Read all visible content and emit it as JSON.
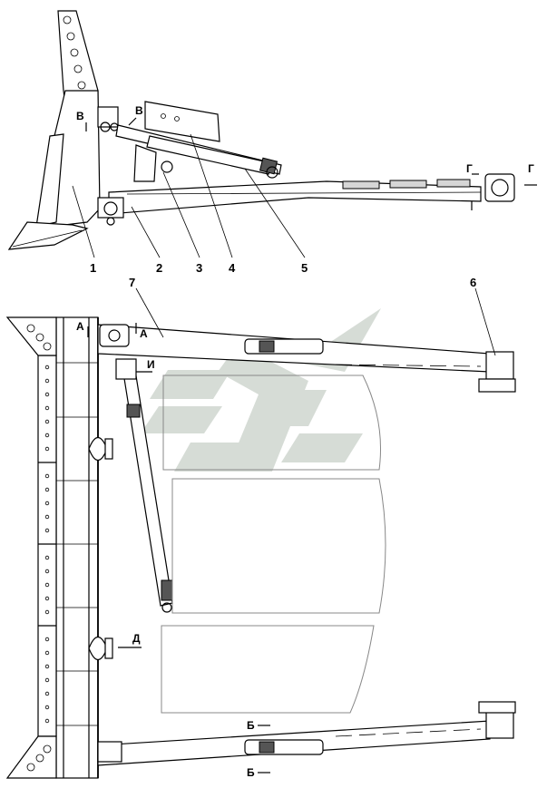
{
  "callouts": {
    "c1": "1",
    "c2": "2",
    "c3": "3",
    "c4": "4",
    "c5": "5",
    "c6": "6",
    "c7": "7"
  },
  "section_marks": {
    "v_left": "В",
    "v_right": "В",
    "g_left": "Г",
    "g_right": "Г",
    "a_left": "А",
    "a_right": "А",
    "i": "И",
    "d": "Д",
    "b_top": "Б",
    "b_bottom": "Б"
  },
  "watermark": {
    "color": "#cfd6cf"
  },
  "colors": {
    "line": "#000000",
    "panel": "#888888",
    "shade": "#d6d6d6"
  }
}
